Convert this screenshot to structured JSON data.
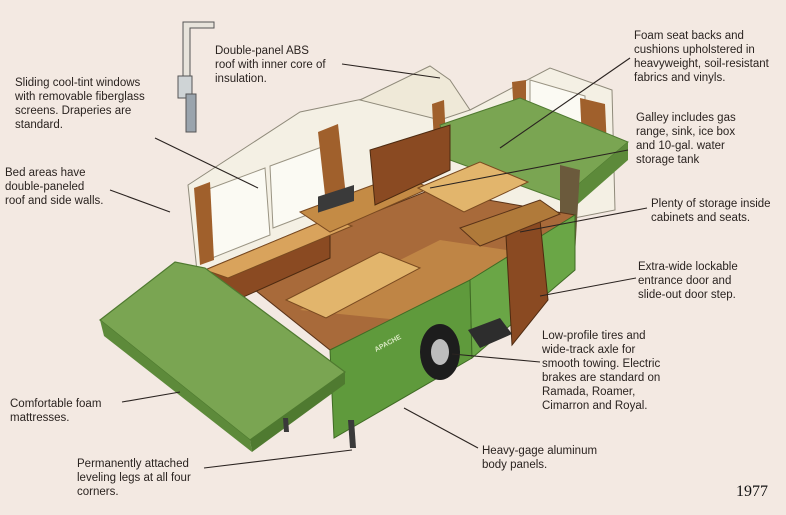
{
  "callouts": {
    "roof": "Double-panel ABS\nroof with inner core of\ninsulation.",
    "windows": "Sliding cool-tint windows\nwith removable fiberglass\nscreens. Draperies are\nstandard.",
    "bed_areas": "Bed areas have\ndouble-paneled\nroof and side walls.",
    "mattresses": "Comfortable foam\nmattresses.",
    "leveling_legs": "Permanently attached\nleveling legs at all four\ncorners.",
    "foam_seats": "Foam seat backs and\ncushions upholstered in\nheavyweight, soil-resistant\nfabrics and vinyls.",
    "galley": "Galley includes gas\nrange, sink, ice box\nand 10-gal. water\nstorage tank",
    "storage": "Plenty of storage inside\ncabinets and seats.",
    "entrance_door": "Extra-wide lockable\nentrance door and\nslide-out door step.",
    "tires": "Low-profile tires and\nwide-track axle for\nsmooth towing. Electric\nbrakes are standard on\nRamada, Roamer,\nCimarron and Royal.",
    "body_panels": "Heavy-gage aluminum\nbody panels."
  },
  "brand_badge": "APACHE",
  "year": "1977",
  "colors": {
    "background": "#f3e9e2",
    "body_green": "#5f9a3c",
    "mattress_green": "#7aa552",
    "wood": "#8a4a22",
    "countertop": "#d9a35c",
    "canvas": "#f2ede0"
  }
}
